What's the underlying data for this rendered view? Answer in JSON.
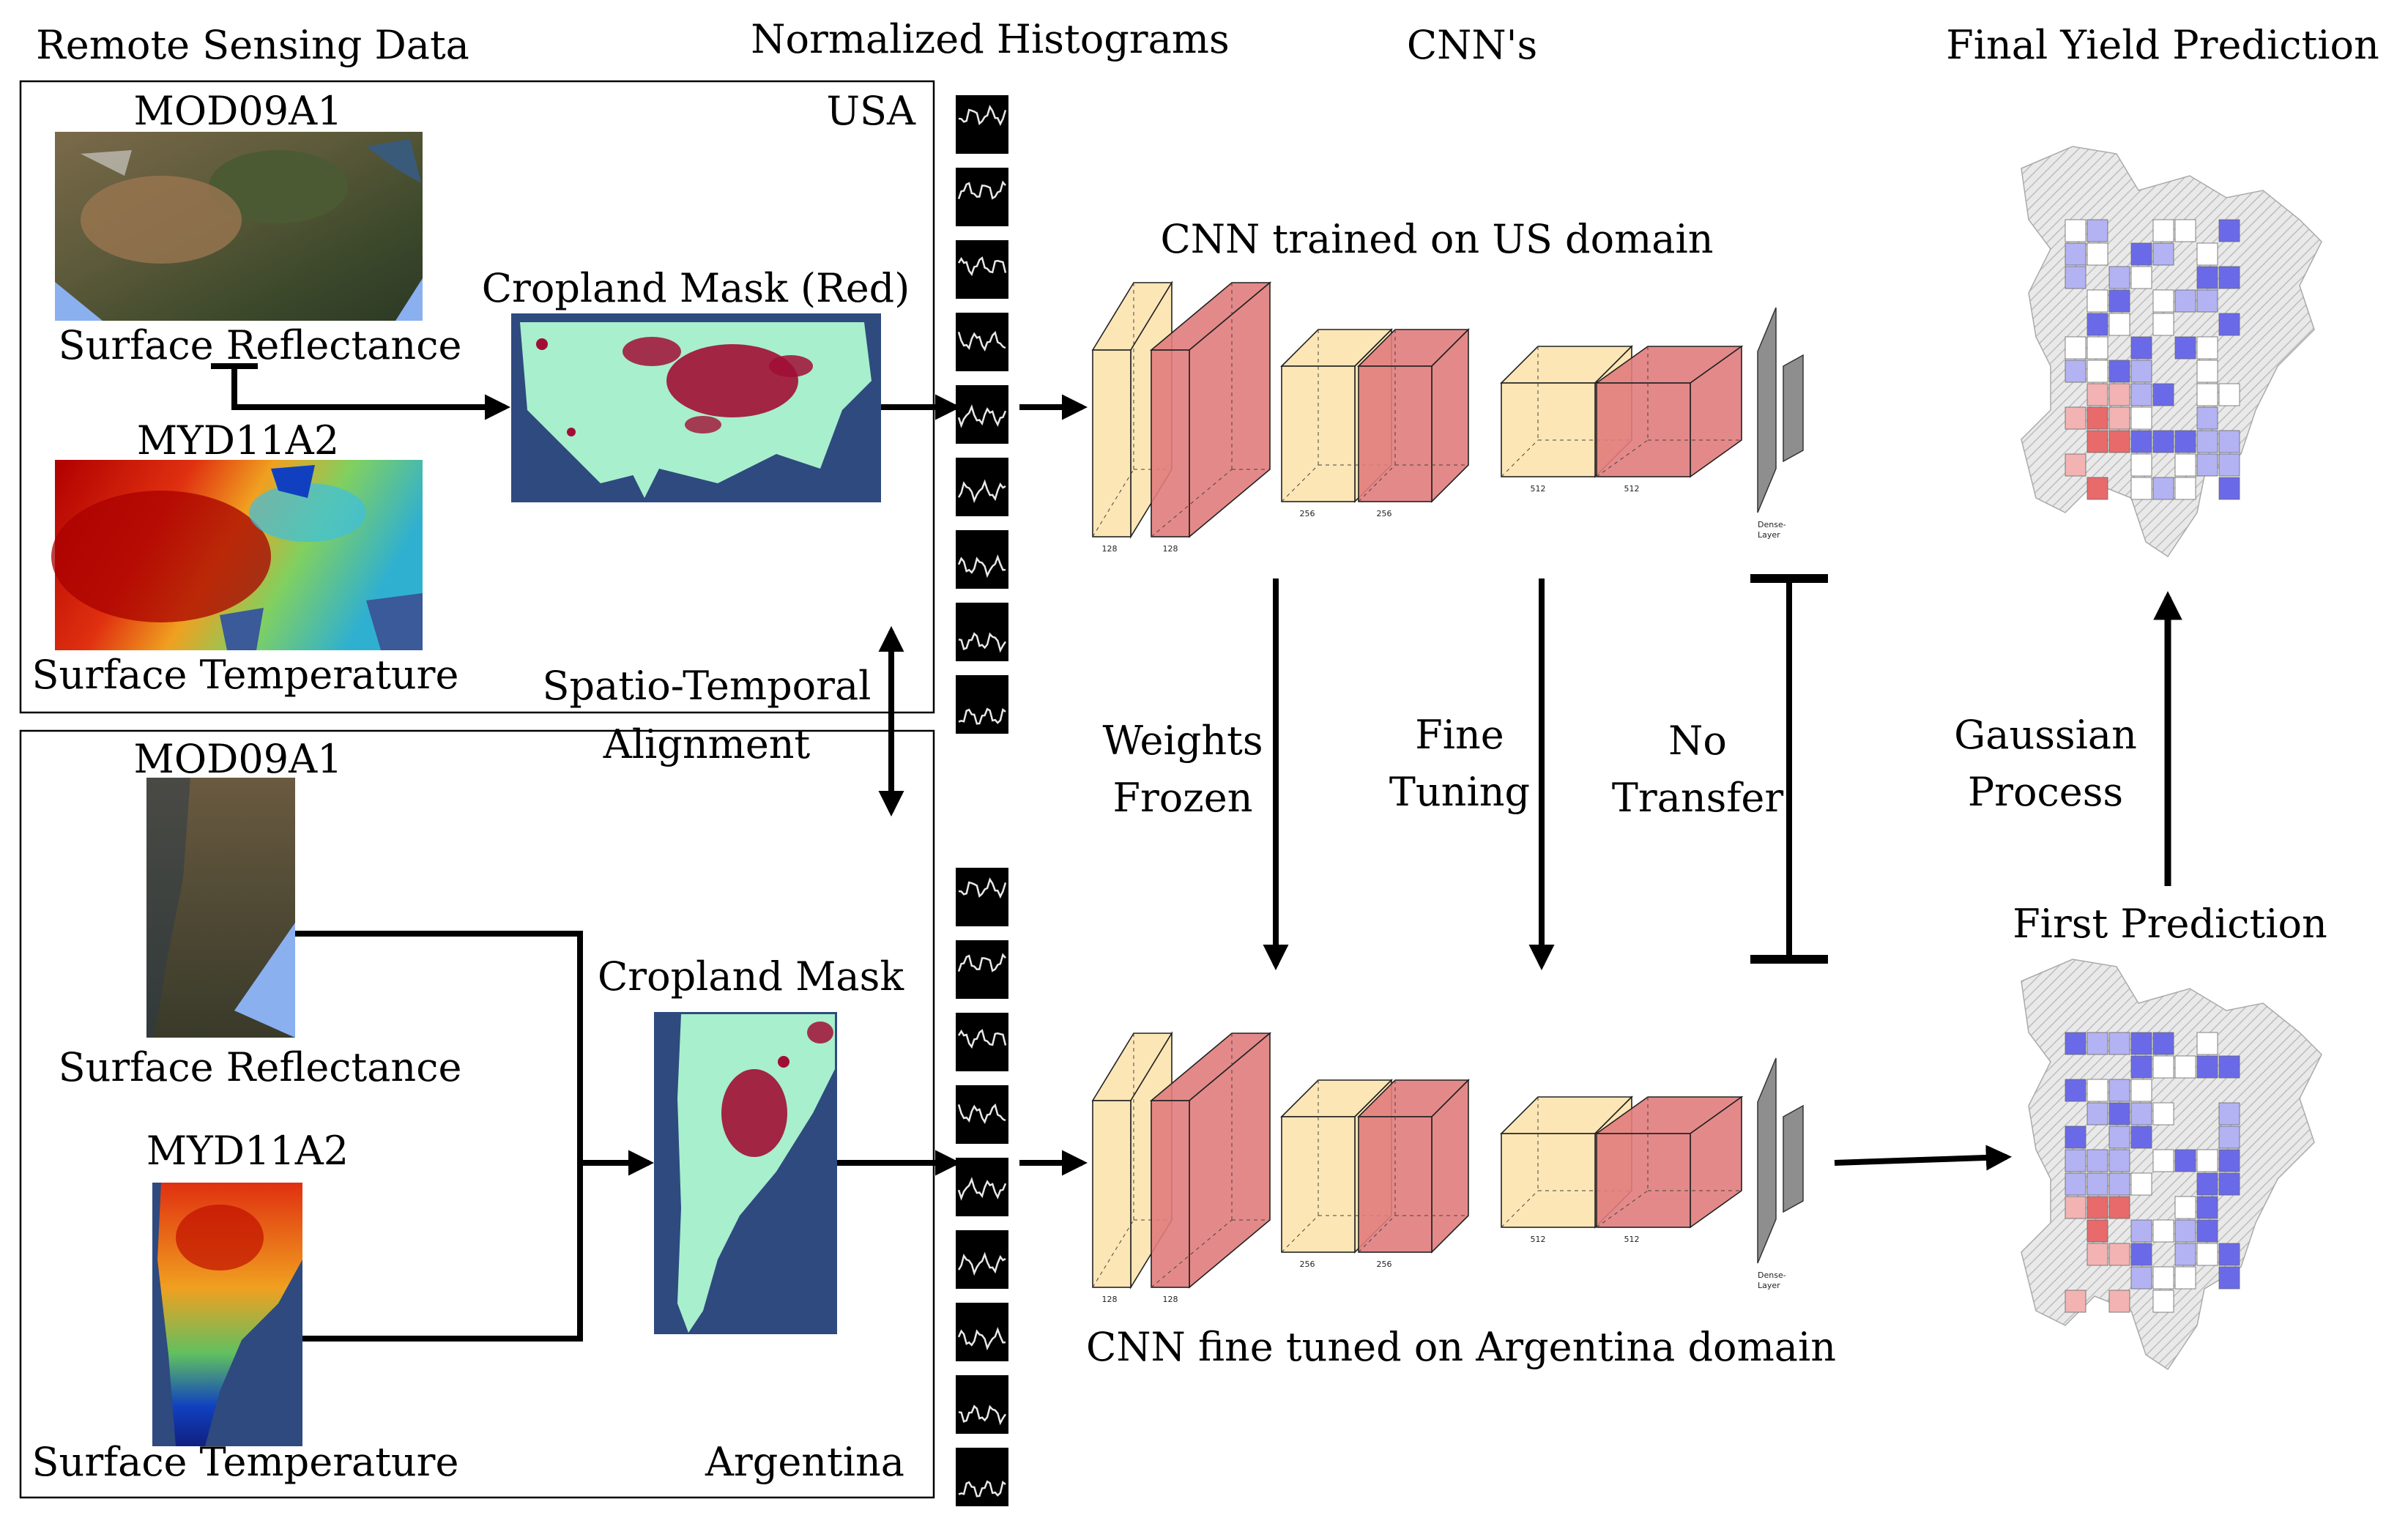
{
  "headers": {
    "remote_sensing": "Remote Sensing Data",
    "histograms": "Normalized Histograms",
    "cnns": "CNN's",
    "final_prediction": "Final Yield Prediction"
  },
  "usa": {
    "region": "USA",
    "mod_product": "MOD09A1",
    "mod_caption": "Surface Reflectance",
    "myd_product": "MYD11A2",
    "myd_caption": "Surface Temperature",
    "mask_title": "Cropland Mask (Red)"
  },
  "argentina": {
    "region": "Argentina",
    "mod_product": "MOD09A1",
    "mod_caption": "Surface Reflectance",
    "myd_product": "MYD11A2",
    "myd_caption": "Surface Temperature",
    "mask_title": "Cropland Mask"
  },
  "alignment": {
    "line1": "Spatio-Temporal",
    "line2": "Alignment"
  },
  "cnn_top": {
    "title": "CNN trained on US domain",
    "block_labels": [
      "128",
      "128",
      "256",
      "256",
      "512",
      "512"
    ],
    "dense_line1": "Dense-",
    "dense_line2": "Layer"
  },
  "cnn_bottom": {
    "title": "CNN fine tuned on Argentina domain",
    "block_labels": [
      "128",
      "128",
      "256",
      "256",
      "512",
      "512"
    ],
    "dense_line1": "Dense-",
    "dense_line2": "Layer"
  },
  "transfer": {
    "weights_line1": "Weights",
    "weights_line2": "Frozen",
    "fine_line1": "Fine",
    "fine_line2": "Tuning",
    "none_line1": "No",
    "none_line2": "Transfer"
  },
  "prediction": {
    "gp_line1": "Gaussian",
    "gp_line2": "Process",
    "first": "First Prediction"
  },
  "colors": {
    "conv_yellow": "#fde6b6",
    "conv_red": "#e17c7c",
    "dense_gray": "#8e8e8e",
    "cropland_green": "#a8efcd",
    "cropland_red": "#a10e35",
    "sea_blue": "#2e4a7e"
  }
}
